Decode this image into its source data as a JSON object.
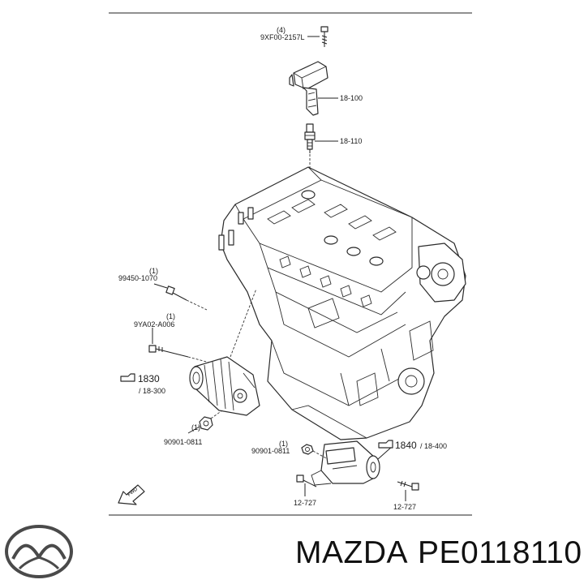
{
  "diagram": {
    "parts": [
      {
        "qty": "(4)",
        "code": "9XF00-2157L"
      },
      {
        "code": "18-100"
      },
      {
        "code": "18-110"
      },
      {
        "qty": "(1)",
        "code": "99450-1070"
      },
      {
        "qty": "(1)",
        "code": "9YA02-A006"
      },
      {
        "ref": "1830",
        "sub": "/ 18-300"
      },
      {
        "qty": "(1)",
        "code": "90901-0811"
      },
      {
        "qty": "(1)",
        "code": "90901-0811"
      },
      {
        "ref": "1840",
        "sub": "/ 18-400"
      },
      {
        "code": "12-727"
      },
      {
        "code": "12-727"
      }
    ],
    "fwd_label": "FWD"
  },
  "footer": {
    "brand": "MAZDA",
    "part_number": "PE0118110",
    "logo_icon": "mazda-logo-icon"
  },
  "colors": {
    "line": "#222222",
    "background": "#ffffff"
  }
}
